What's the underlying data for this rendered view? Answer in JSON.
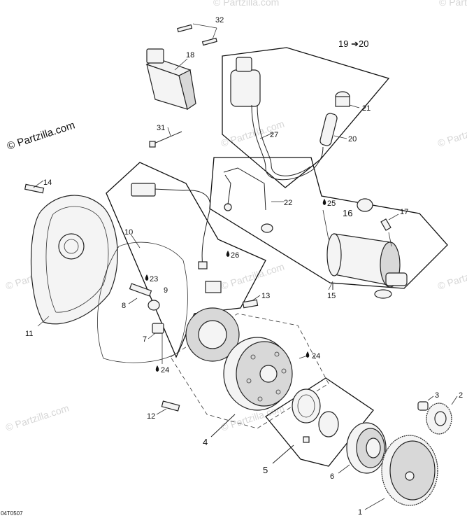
{
  "watermark": {
    "text": "© Partzilla.com"
  },
  "brand": {
    "text": "© Partzilla.com"
  },
  "diagram_code": "04T0507",
  "callouts": {
    "c1": "1",
    "c2": "2",
    "c3": "3",
    "c4": "4",
    "c5": "5",
    "c6": "6",
    "c7": "7",
    "c8": "8",
    "c9": "9",
    "c10": "10",
    "c11": "11",
    "c12": "12",
    "c13": "13",
    "c14": "14",
    "c15": "15",
    "c16": "16",
    "c17": "17",
    "c18": "18",
    "c19_20": "19 ➔20",
    "c20": "20",
    "c21": "21",
    "c22": "22",
    "c23": "23",
    "c24a": "24",
    "c24b": "24",
    "c25": "25",
    "c26": "26",
    "c27": "27",
    "c31": "31",
    "c32": "32"
  }
}
